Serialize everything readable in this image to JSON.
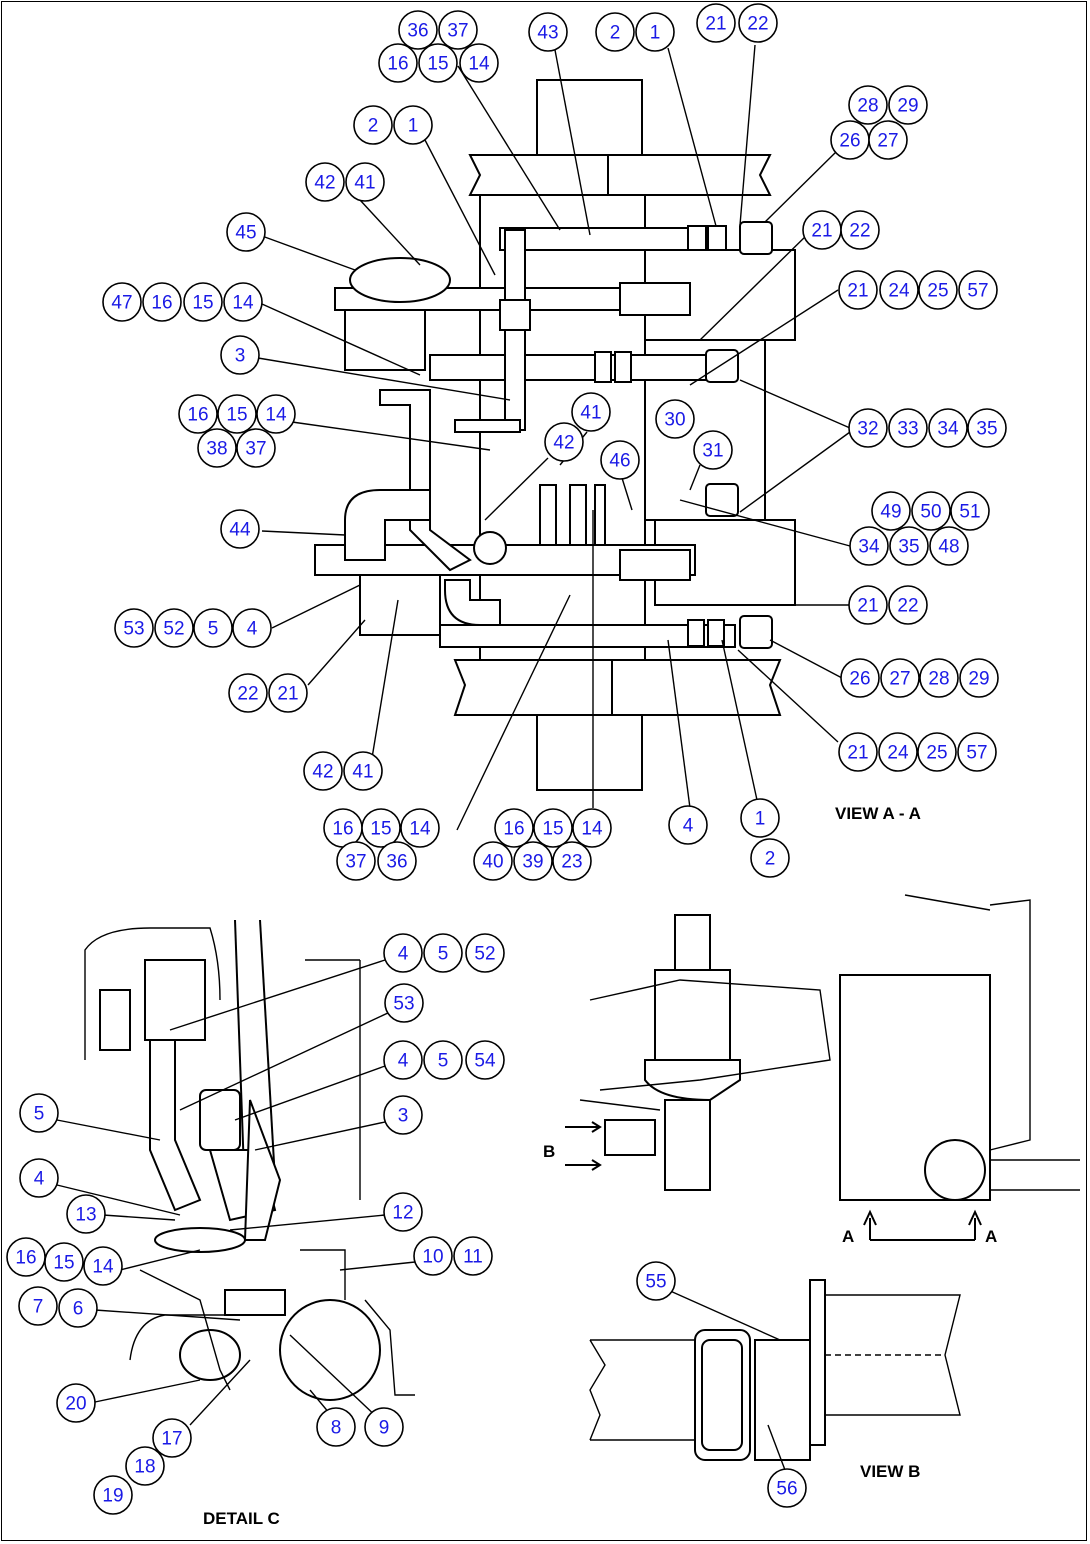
{
  "view_labels": {
    "view_a": "VIEW A - A",
    "detail_c": "DETAIL C",
    "view_b": "VIEW B",
    "arrow_a_left": "A",
    "arrow_a_right": "A",
    "arrow_b": "B"
  },
  "callouts": [
    "36",
    "37",
    "16",
    "15",
    "14",
    "43",
    "2",
    "1",
    "21",
    "22",
    "28",
    "29",
    "26",
    "27",
    "2",
    "1",
    "42",
    "41",
    "45",
    "21",
    "22",
    "47",
    "16",
    "15",
    "14",
    "21",
    "24",
    "25",
    "57",
    "3",
    "41",
    "30",
    "32",
    "33",
    "34",
    "35",
    "16",
    "15",
    "14",
    "38",
    "37",
    "42",
    "46",
    "31",
    "49",
    "50",
    "51",
    "44",
    "34",
    "35",
    "48",
    "53",
    "52",
    "5",
    "4",
    "21",
    "22",
    "22",
    "21",
    "26",
    "27",
    "28",
    "29",
    "21",
    "24",
    "25",
    "57",
    "42",
    "41",
    "16",
    "15",
    "14",
    "16",
    "15",
    "14",
    "4",
    "1",
    "37",
    "36",
    "40",
    "39",
    "23",
    "2",
    "4",
    "5",
    "52",
    "53",
    "4",
    "5",
    "54",
    "5",
    "3",
    "4",
    "13",
    "12",
    "16",
    "15",
    "14",
    "10",
    "11",
    "7",
    "6",
    "20",
    "8",
    "9",
    "17",
    "18",
    "19",
    "55",
    "56"
  ],
  "colors": {
    "callout_text": "#1a1ae6",
    "line": "#000000",
    "background": "#ffffff"
  }
}
